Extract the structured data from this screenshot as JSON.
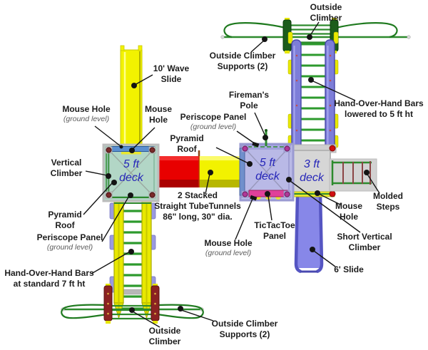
{
  "title": "Playground structure plan-view diagram",
  "decks": {
    "left_5ft": {
      "line1": "5 ft",
      "line2": "deck"
    },
    "right_5ft": {
      "line1": "5 ft",
      "line2": "deck"
    },
    "small_3ft": {
      "line1": "3 ft",
      "line2": "deck"
    }
  },
  "labels": {
    "outside_climber_top": {
      "lines": [
        "Outside",
        "Climber"
      ]
    },
    "outside_climber_supports_top": {
      "lines": [
        "Outside Climber",
        "Supports (2)"
      ]
    },
    "wave_slide": {
      "lines": [
        "10' Wave",
        "Slide"
      ]
    },
    "hoh_top": {
      "lines": [
        "Hand-Over-Hand Bars",
        "lowered to 5 ft ht"
      ]
    },
    "mouse_hole_left": {
      "lines": [
        "Mouse Hole"
      ],
      "sub": "(ground level)"
    },
    "mouse_hole_top": {
      "lines": [
        "Mouse",
        "Hole"
      ]
    },
    "firemans_pole": {
      "lines": [
        "Fireman's",
        "Pole"
      ]
    },
    "periscope_right": {
      "lines": [
        "Periscope Panel"
      ],
      "sub": "(ground level)"
    },
    "pyramid_right": {
      "lines": [
        "Pyramid",
        "Roof"
      ]
    },
    "vertical_climber": {
      "lines": [
        "Vertical",
        "Climber"
      ]
    },
    "pyramid_left": {
      "lines": [
        "Pyramid",
        "Roof"
      ]
    },
    "periscope_left": {
      "lines": [
        "Periscope Panel"
      ],
      "sub": "(ground level)"
    },
    "hoh_bottom": {
      "lines": [
        "Hand-Over-Hand Bars",
        "at standard 7 ft ht"
      ]
    },
    "outside_climber_bottom": {
      "lines": [
        "Outside",
        "Climber"
      ]
    },
    "outside_climber_supports_bottom": {
      "lines": [
        "Outside Climber",
        "Supports (2)"
      ]
    },
    "tube_tunnels": {
      "lines": [
        "2 Stacked",
        "Straight TubeTunnels",
        "86\" long, 30\" dia."
      ]
    },
    "tictactoe": {
      "lines": [
        "TicTacToe",
        "Panel"
      ]
    },
    "mouse_hole_bottom": {
      "lines": [
        "Mouse Hole"
      ],
      "sub": "(ground level)"
    },
    "mouse_hole_right": {
      "lines": [
        "Mouse",
        "Hole"
      ]
    },
    "short_vertical_climber": {
      "lines": [
        "Short Vertical",
        "Climber"
      ]
    },
    "six_slide": {
      "lines": [
        "6' Slide"
      ]
    },
    "molded_steps": {
      "lines": [
        "Molded",
        "Steps"
      ]
    }
  },
  "colors": {
    "wave_slide_yellow": "#f2f200",
    "tunnel_red": "#e80000",
    "tunnel_yellow": "#f2f200",
    "deck_5ft_left_teal": "#b2d6c6",
    "deck_5ft_right_lavender": "#b9b9e6",
    "deck_3ft_gray": "#d6d6d6",
    "slide_6ft_blue": "#8787e8",
    "climber_green": "#2d8a2d",
    "ladder_rail_purple": "#7d7dd8",
    "ladder_rail_yellow": "#e8e800",
    "post_maroon": "#8b2222",
    "tictactoe_pink": "#e0409a",
    "deck_text_blue": "#2626b8",
    "callout_black": "#141414"
  }
}
